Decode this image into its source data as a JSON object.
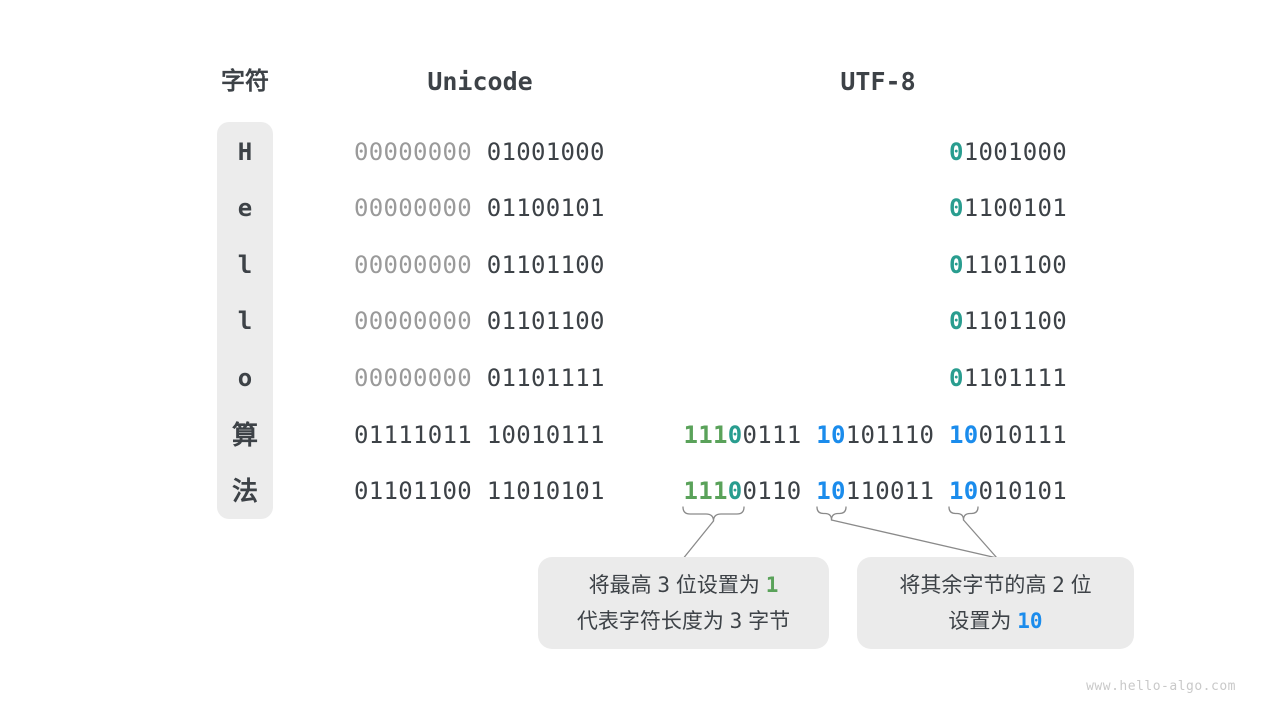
{
  "header": {
    "character_label": "字符",
    "unicode_label": "Unicode",
    "utf8_label": "UTF-8"
  },
  "colors": {
    "accent_teal": "#299d8f",
    "accent_green": "#5aa25a",
    "accent_blue": "#1b8cec",
    "text_dark": "#3d4247",
    "text_gray": "#9a9a9a",
    "box_bg": "#ebebeb",
    "column_bg": "#ececec",
    "connector_gray": "#8a8a8a"
  },
  "rows": [
    {
      "char": "H",
      "unicode": [
        {
          "t": "00000000",
          "c": "gray"
        },
        {
          "t": " 01001000",
          "c": "dark"
        }
      ],
      "utf8": [
        {
          "t": "0",
          "c": "teal"
        },
        {
          "t": "1001000",
          "c": "dark"
        }
      ]
    },
    {
      "char": "e",
      "unicode": [
        {
          "t": "00000000",
          "c": "gray"
        },
        {
          "t": " 01100101",
          "c": "dark"
        }
      ],
      "utf8": [
        {
          "t": "0",
          "c": "teal"
        },
        {
          "t": "1100101",
          "c": "dark"
        }
      ]
    },
    {
      "char": "l",
      "unicode": [
        {
          "t": "00000000",
          "c": "gray"
        },
        {
          "t": " 01101100",
          "c": "dark"
        }
      ],
      "utf8": [
        {
          "t": "0",
          "c": "teal"
        },
        {
          "t": "1101100",
          "c": "dark"
        }
      ]
    },
    {
      "char": "l",
      "unicode": [
        {
          "t": "00000000",
          "c": "gray"
        },
        {
          "t": " 01101100",
          "c": "dark"
        }
      ],
      "utf8": [
        {
          "t": "0",
          "c": "teal"
        },
        {
          "t": "1101100",
          "c": "dark"
        }
      ]
    },
    {
      "char": "o",
      "unicode": [
        {
          "t": "00000000",
          "c": "gray"
        },
        {
          "t": " 01101111",
          "c": "dark"
        }
      ],
      "utf8": [
        {
          "t": "0",
          "c": "teal"
        },
        {
          "t": "1101111",
          "c": "dark"
        }
      ]
    },
    {
      "char": "算",
      "unicode": [
        {
          "t": "01111011 10010111",
          "c": "dark"
        }
      ],
      "utf8": [
        {
          "t": "111",
          "c": "green"
        },
        {
          "t": "0",
          "c": "teal"
        },
        {
          "t": "0111 ",
          "c": "dark"
        },
        {
          "t": "10",
          "c": "blue"
        },
        {
          "t": "101110 ",
          "c": "dark"
        },
        {
          "t": "10",
          "c": "blue"
        },
        {
          "t": "010111",
          "c": "dark"
        }
      ]
    },
    {
      "char": "法",
      "unicode": [
        {
          "t": "01101100 11010101",
          "c": "dark"
        }
      ],
      "utf8": [
        {
          "t": "111",
          "c": "green"
        },
        {
          "t": "0",
          "c": "teal"
        },
        {
          "t": "0110 ",
          "c": "dark"
        },
        {
          "t": "10",
          "c": "blue"
        },
        {
          "t": "110011 ",
          "c": "dark"
        },
        {
          "t": "10",
          "c": "blue"
        },
        {
          "t": "010101",
          "c": "dark"
        }
      ]
    }
  ],
  "callouts": [
    {
      "line1": [
        {
          "t": "将最高 ",
          "c": "dark"
        },
        {
          "t": "3",
          "c": "num"
        },
        {
          "t": " 位设置为 ",
          "c": "dark"
        },
        {
          "t": "1",
          "c": "green-bold"
        }
      ],
      "line2": [
        {
          "t": "代表字符长度为 ",
          "c": "dark"
        },
        {
          "t": "3",
          "c": "num"
        },
        {
          "t": " 字节",
          "c": "dark"
        }
      ]
    },
    {
      "line1": [
        {
          "t": "将其余字节的高 ",
          "c": "dark"
        },
        {
          "t": "2",
          "c": "num"
        },
        {
          "t": " 位",
          "c": "dark"
        }
      ],
      "line2": [
        {
          "t": "设置为 ",
          "c": "dark"
        },
        {
          "t": "10",
          "c": "blue-bold"
        }
      ]
    }
  ],
  "watermark": "www.hello-algo.com"
}
